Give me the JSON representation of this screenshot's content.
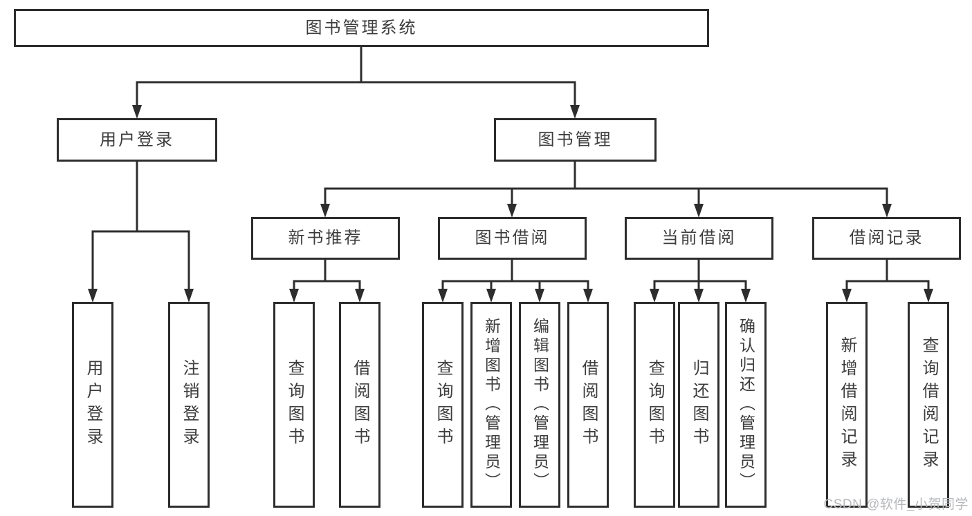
{
  "diagram": {
    "title_hint": "library management system functional structure tree",
    "colors": {
      "line": "#2d2d2d",
      "text": "#3d3d3d",
      "watermark": "#b6b8bb"
    },
    "root": {
      "label": "图书管理系统"
    },
    "level1": [
      {
        "label": "用户登录"
      },
      {
        "label": "图书管理"
      }
    ],
    "level2": [
      {
        "label": "新书推荐"
      },
      {
        "label": "图书借阅"
      },
      {
        "label": "当前借阅"
      },
      {
        "label": "借阅记录"
      }
    ],
    "leaves": {
      "user_login": [
        {
          "label": "用户登录"
        },
        {
          "label": "注销登录"
        }
      ],
      "new_book_recommendation": [
        {
          "label": "查询图书"
        },
        {
          "label": "借阅图书"
        }
      ],
      "book_borrowing": [
        {
          "label": "查询图书"
        },
        {
          "label": "新增图书（管理员）"
        },
        {
          "label": "编辑图书（管理员）"
        },
        {
          "label": "借阅图书"
        }
      ],
      "current_borrowing": [
        {
          "label": "查询图书"
        },
        {
          "label": "归还图书"
        },
        {
          "label": "确认归还（管理员）"
        }
      ],
      "borrowing_records": [
        {
          "label": "新增借阅记录"
        },
        {
          "label": "查询借阅记录"
        }
      ]
    },
    "watermark": "CSDN @软件_小贺同学"
  }
}
